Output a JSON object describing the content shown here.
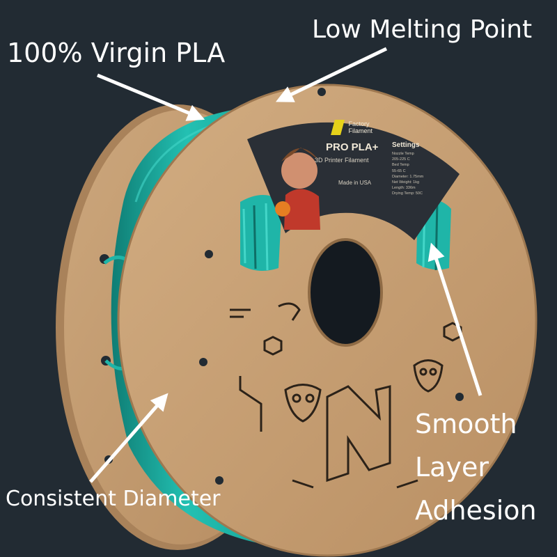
{
  "colors": {
    "background": "#222b33",
    "filament": "#1fb5a8",
    "filament_dark": "#138a80",
    "cardboard": "#c9a276",
    "cardboard_dark": "#a9825a",
    "label": "#2a2f36",
    "ink": "#2b2219",
    "callout_text": "#ffffff"
  },
  "callouts": {
    "virgin_pla": "100% Virgin PLA",
    "low_melting": "Low Melting Point",
    "consistent_diameter": "Consistent Diameter",
    "smooth_line1": "Smooth",
    "smooth_line2": "Layer",
    "smooth_line3": "Adhesion"
  },
  "label": {
    "brand_line1": "Factory",
    "brand_line2": "Filament",
    "product": "PRO PLA+",
    "subtitle": "3D Printer Filament",
    "made_in": "Made in USA",
    "settings_title": "Settings",
    "settings": [
      "Nozzle Temp",
      "205-225 C",
      "Bed Temp",
      "55-65 C",
      "Diameter: 1.75mm",
      "Net Weight: 1kg",
      "Length: 336m",
      "Drying Temp: 50C"
    ]
  }
}
